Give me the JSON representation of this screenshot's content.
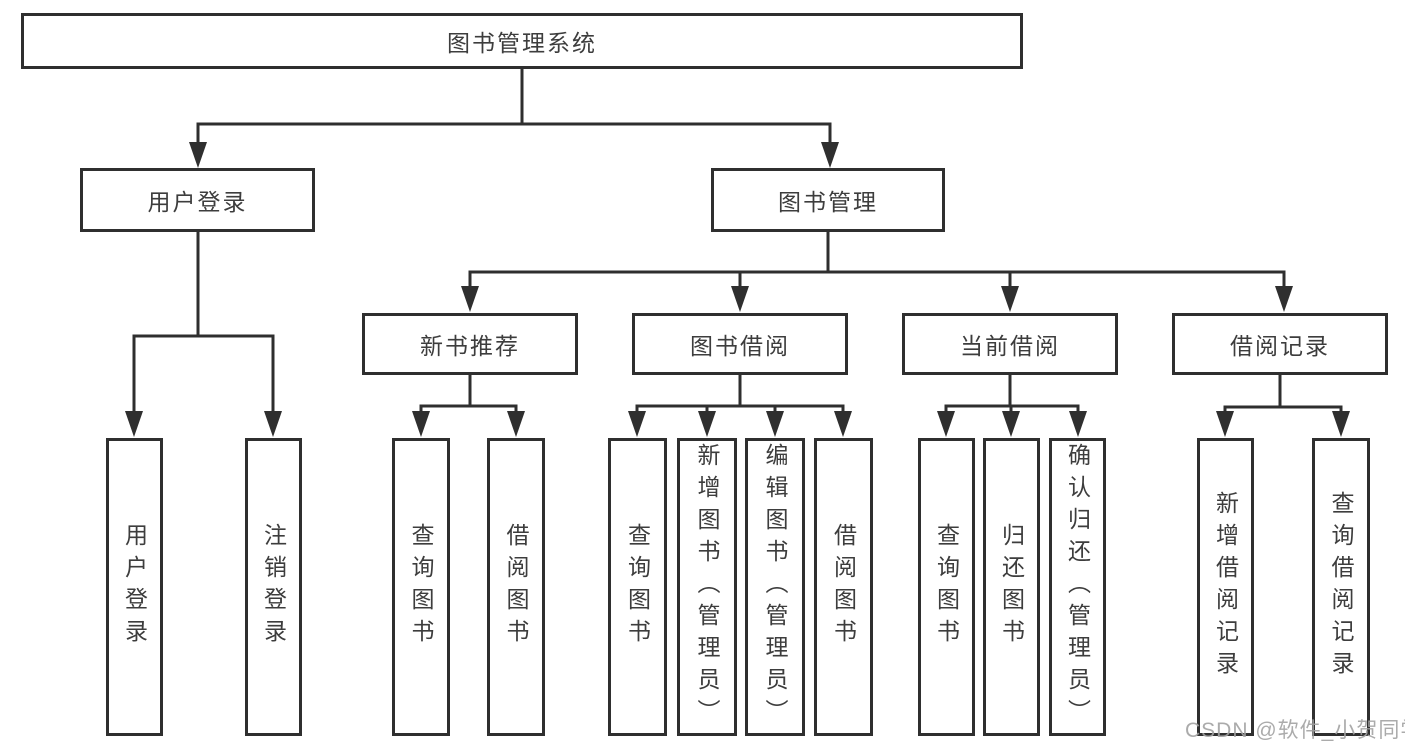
{
  "diagram": {
    "type": "hierarchy-tree",
    "root": {
      "label": "图书管理系统",
      "children": [
        {
          "label": "用户登录",
          "children": [
            {
              "label": "用户登录"
            },
            {
              "label": "注销登录"
            }
          ]
        },
        {
          "label": "图书管理",
          "children": [
            {
              "label": "新书推荐",
              "children": [
                {
                  "label": "查询图书"
                },
                {
                  "label": "借阅图书"
                }
              ]
            },
            {
              "label": "图书借阅",
              "children": [
                {
                  "label": "查询图书"
                },
                {
                  "label": "新增图书（管理员）"
                },
                {
                  "label": "编辑图书（管理员）"
                },
                {
                  "label": "借阅图书"
                }
              ]
            },
            {
              "label": "当前借阅",
              "children": [
                {
                  "label": "查询图书"
                },
                {
                  "label": "归还图书"
                },
                {
                  "label": "确认归还（管理员）"
                }
              ]
            },
            {
              "label": "借阅记录",
              "children": [
                {
                  "label": "新增借阅记录"
                },
                {
                  "label": "查询借阅记录"
                }
              ]
            }
          ]
        }
      ]
    },
    "line_color": "#2f2f2f",
    "box_background": "#ffffff"
  },
  "watermark": {
    "text": "CSDN @软件_小贺同学",
    "color": "#a3a3a3"
  }
}
